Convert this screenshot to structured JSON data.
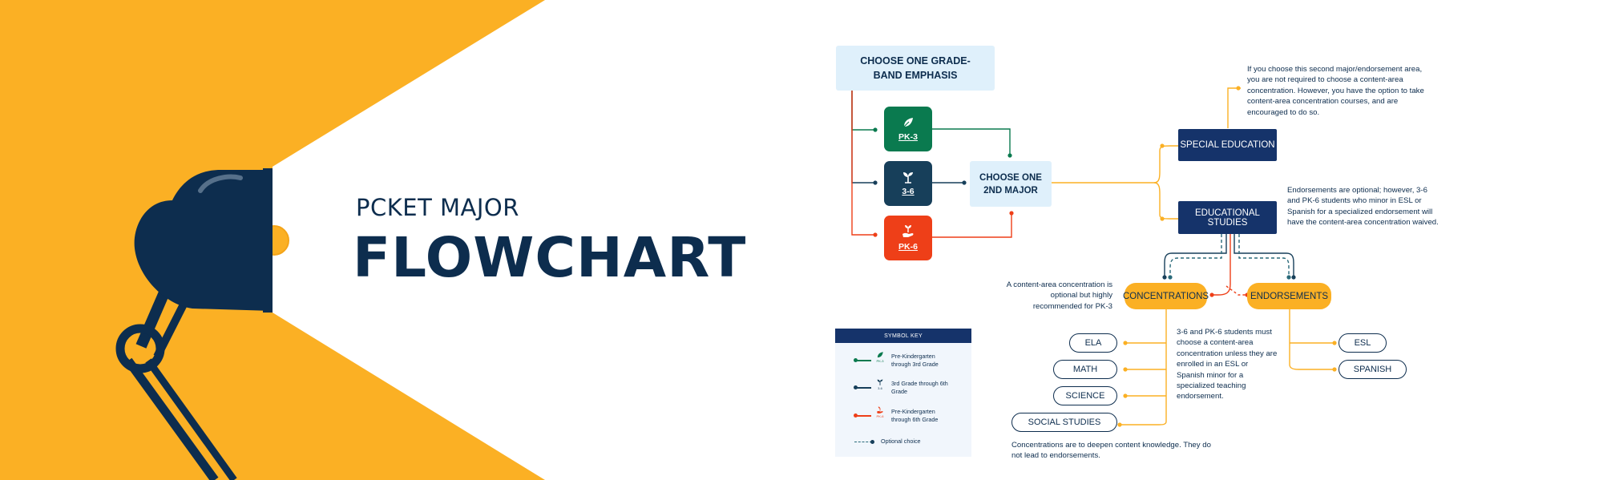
{
  "header": {
    "subtitle": "PCKET MAJOR",
    "title": "FLOWCHART"
  },
  "flow": {
    "grade_band": "CHOOSE ONE GRADE-BAND EMPHASIS",
    "grades": [
      {
        "label": "PK-3",
        "color": "#0a7a4f",
        "icon": "leaf-icon"
      },
      {
        "label": "3-6",
        "color": "#173f5a",
        "icon": "sprout-icon"
      },
      {
        "label": "PK-6",
        "color": "#ee3f18",
        "icon": "hand-plant-icon"
      }
    ],
    "second_major": "CHOOSE ONE 2ND MAJOR",
    "special_education": "SPECIAL EDUCATION",
    "educational_studies": "EDUCATIONAL STUDIES",
    "concentrations": "CONCENTRATIONS",
    "endorsements": "ENDORSEMENTS",
    "concentration_options": [
      "ELA",
      "MATH",
      "SCIENCE",
      "SOCIAL STUDIES"
    ],
    "endorsement_options": [
      "ESL",
      "SPANISH"
    ]
  },
  "notes": {
    "special_ed": "If you choose this second  major/endorsement area, you are not required to choose a content-area  concentration. However, you have the option to take content-area  concentration courses, and are encouraged to do so.",
    "endorsements": "Endorsements are optional; however, 3-6 and PK-6 students who minor in ESL or Spanish for a specialized  endorsement will have the content-area concentration waived.",
    "concentration_optional": "A content-area concentration is optional but highly recommended for PK-3",
    "concentration_required": "3-6 and PK-6 students must choose a content-area concentration unless they are enrolled in an ESL or Spanish minor for a specialized teaching endorsement.",
    "concentration_purpose": "Concentrations are to deepen content knowledge. They do not lead to endorsements."
  },
  "key": {
    "title": "SYMBOL KEY",
    "items": [
      {
        "text": "Pre-Kindergarten through 3rd Grade",
        "code": "PK-3",
        "color": "#0a7a4f"
      },
      {
        "text": "3rd Grade through 6th Grade",
        "code": "3-6",
        "color": "#173f5a"
      },
      {
        "text": "Pre-Kindergarten through 6th Grade",
        "code": "PK-6",
        "color": "#ee3f18"
      },
      {
        "text": "Optional choice",
        "code": "",
        "color": "#2a6a7a"
      }
    ]
  },
  "colors": {
    "navy": "#0d2d4e",
    "yellow": "#fbb024",
    "green": "#0a7a4f",
    "teal": "#173f5a",
    "red": "#ee3f18"
  }
}
